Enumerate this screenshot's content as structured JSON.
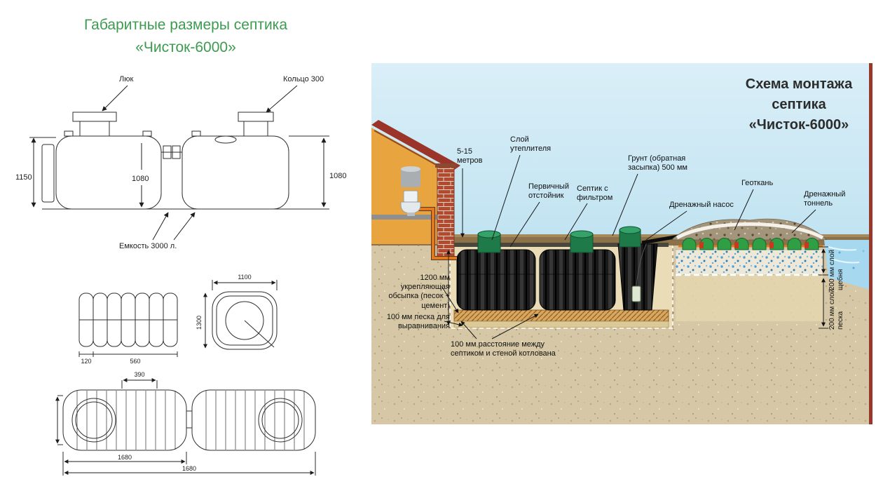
{
  "left": {
    "title": {
      "line1": "Габаритные размеры септика",
      "line2": "«Чисток-6000»"
    },
    "top_drawing": {
      "hatch_label": "Люк",
      "ring_label": "Кольцо 300",
      "dim_total_height": "1150",
      "dim_body_height_left": "1080",
      "dim_body_height_right": "1080",
      "capacity_label": "Емкость 3000 л."
    },
    "cross_sections": {
      "dim_120": "120",
      "dim_560": "560",
      "dim_width_1100": "1100",
      "dim_height_1300": "1300"
    },
    "side_view": {
      "dim_390": "390",
      "dim_length_a": "1680",
      "dim_length_b": "1680"
    }
  },
  "right": {
    "title": {
      "line1": "Схема монтажа",
      "line2": "септика",
      "line3": "«Чисток-6000»"
    },
    "labels": {
      "distance": "5-15 метров",
      "insulation": "Слой утеплителя",
      "primary_tank": "Первичный отстойник",
      "filter_tank": "Септик с фильтром",
      "backfill": "Грунт (обратная засыпка) 500 мм",
      "geotextile": "Геоткань",
      "drain_pump": "Дренажный насос",
      "drain_tunnel": "Дренажный тоннель",
      "bedding": "1200 мм укрепляющая обсыпка (песок + цемент)",
      "sand_leveling": "100 мм песка для выравнивания",
      "tank_gap": "100 мм расстояние между септиком и стеной котлована",
      "gravel_layer": "200 мм слой щебня",
      "sand_layer": "200 мм слой песка"
    }
  },
  "colors": {
    "accent_green": "#3d9b50",
    "title_dark": "#2c2c2c",
    "sky": "#cfe9f5",
    "sand": "#d6c8a6",
    "soil_band": "#8d7148",
    "tank_black": "#1c1c1c",
    "lid_green": "#2e9e5b",
    "roof_red": "#9c3529",
    "wall_orange": "#e8a43e",
    "pipe_orange": "#e07a22",
    "water_blue": "#a6d8ef",
    "line_dark": "#2e2e2e"
  }
}
